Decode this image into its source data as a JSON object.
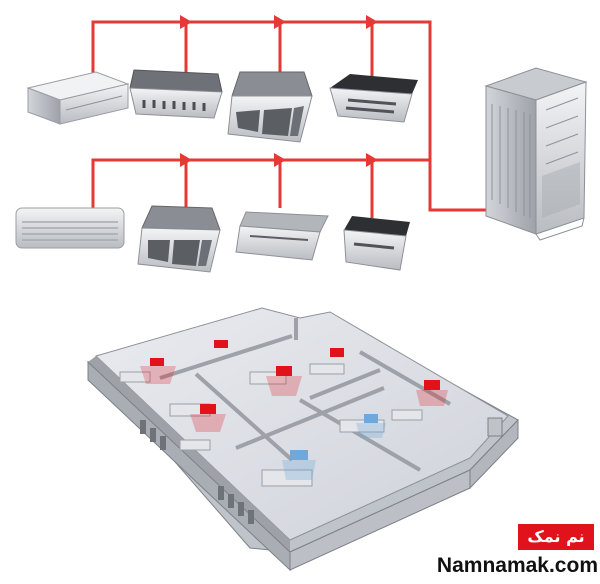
{
  "colors": {
    "pipe": "#e53935",
    "unit_light": "#e9eaec",
    "unit_mid": "#bfc2c6",
    "unit_dark": "#7d8187",
    "floor": "#dcdfe6",
    "wall": "#a9adb4",
    "accent_red": "#e0131c",
    "accent_blue": "#6fa8dc"
  },
  "icons": {
    "outdoor_unit": "vrf-outdoor-unit-icon",
    "duct_unit": "ducted-indoor-unit-icon",
    "ceiling_unit": "ceiling-suspended-unit-icon",
    "cassette_unit": "cassette-indoor-unit-icon",
    "wall_unit": "wall-mounted-unit-icon",
    "floor_plan": "building-floorplan-illustration"
  },
  "brand": {
    "persian_name": "نم نمک",
    "site": "Namnamak.com"
  }
}
